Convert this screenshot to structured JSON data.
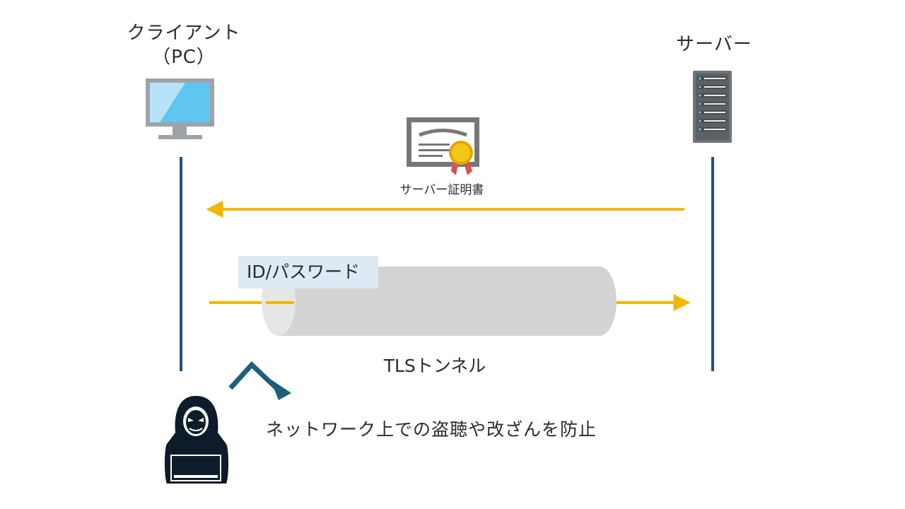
{
  "client": {
    "label_line1": "クライアント",
    "label_line2": "（PC）"
  },
  "server": {
    "label": "サーバー"
  },
  "certificate": {
    "caption": "サーバー証明書"
  },
  "credentials": {
    "label": "ID/パスワード"
  },
  "tunnel": {
    "label": "TLSトンネル"
  },
  "attacker": {
    "caption": "ネットワーク上での盗聴や改ざんを防止"
  },
  "colors": {
    "lifeline": "#1f4e8c",
    "arrow": "#f2b705",
    "tunnel": "#d3d3d3",
    "tunnel_end": "#e6e6e6",
    "id_box": "#dde9f5",
    "attack_arrow": "#1d5f7a",
    "monitor_frame": "#9ea3a8",
    "monitor_screen": "#5ec6f0",
    "server_body": "#6f7478",
    "cert_frame": "#777777",
    "seal": "#f5c518",
    "ribbon": "#d9534f",
    "hacker": "#0d1b2a"
  }
}
